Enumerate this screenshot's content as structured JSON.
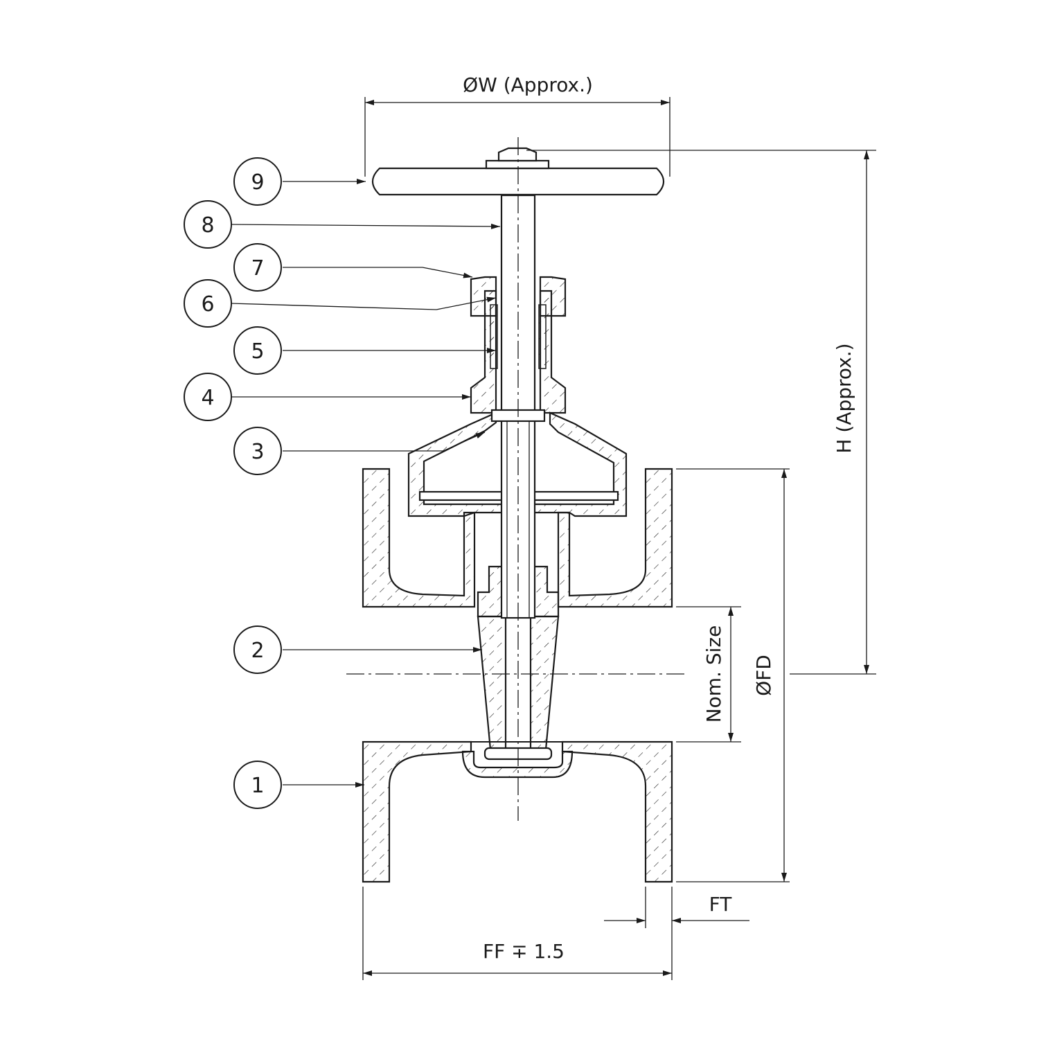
{
  "dimensions": {
    "handwheel_diameter": "ØW (Approx.)",
    "height": "H (Approx.)",
    "nominal_size": "Nom. Size",
    "flange_diameter": "ØFD",
    "flange_thickness": "FT",
    "face_to_face": "FF ∓ 1.5"
  },
  "callouts": [
    "1",
    "2",
    "3",
    "4",
    "5",
    "6",
    "7",
    "8",
    "9"
  ]
}
